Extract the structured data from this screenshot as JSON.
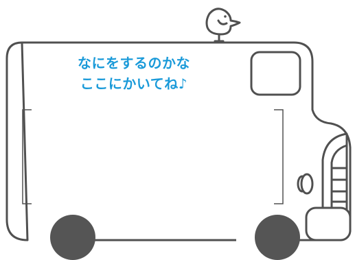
{
  "prompt": {
    "line1": "なにをするのかな",
    "line2": "ここにかいてね♪"
  },
  "colors": {
    "outline": "#505050",
    "wheel": "#555555",
    "text": "#1a9ad9",
    "background": "#ffffff"
  },
  "icons": {
    "mascot": "bird-icon",
    "vehicle": "truck-outline",
    "corners": "bracket-corners"
  }
}
